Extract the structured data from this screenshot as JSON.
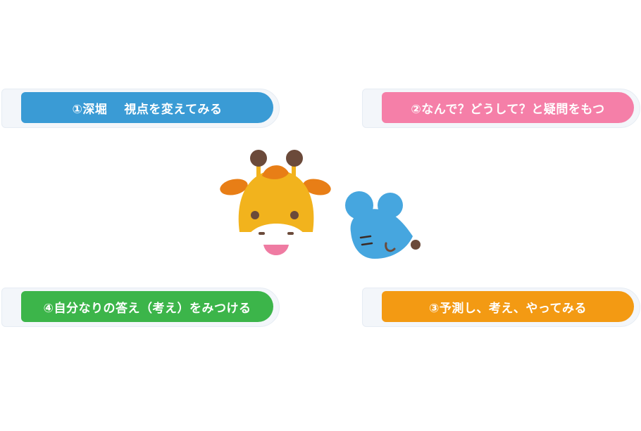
{
  "cards": [
    {
      "label": "①深堀　 視点を変えてみる",
      "color": "#3a9bd5"
    },
    {
      "label": "②なんで？どうして？と疑問をもつ",
      "color": "#f57fa8"
    },
    {
      "label": "③予測し、考え、やってみる",
      "color": "#f39a13"
    },
    {
      "label": "④自分なりの答え（考え）をみつける",
      "color": "#3cb54a"
    }
  ],
  "mascots": [
    "giraffe-icon",
    "mouse-icon"
  ],
  "colors": {
    "giraffe_body": "#f2b31d",
    "giraffe_mane": "#e87e16",
    "giraffe_horn": "#6b4a3a",
    "giraffe_muzzle": "#ffffff",
    "giraffe_tongue": "#ef7ba2",
    "mouse_body": "#46a6df",
    "mouse_nose": "#6b4a3a"
  }
}
